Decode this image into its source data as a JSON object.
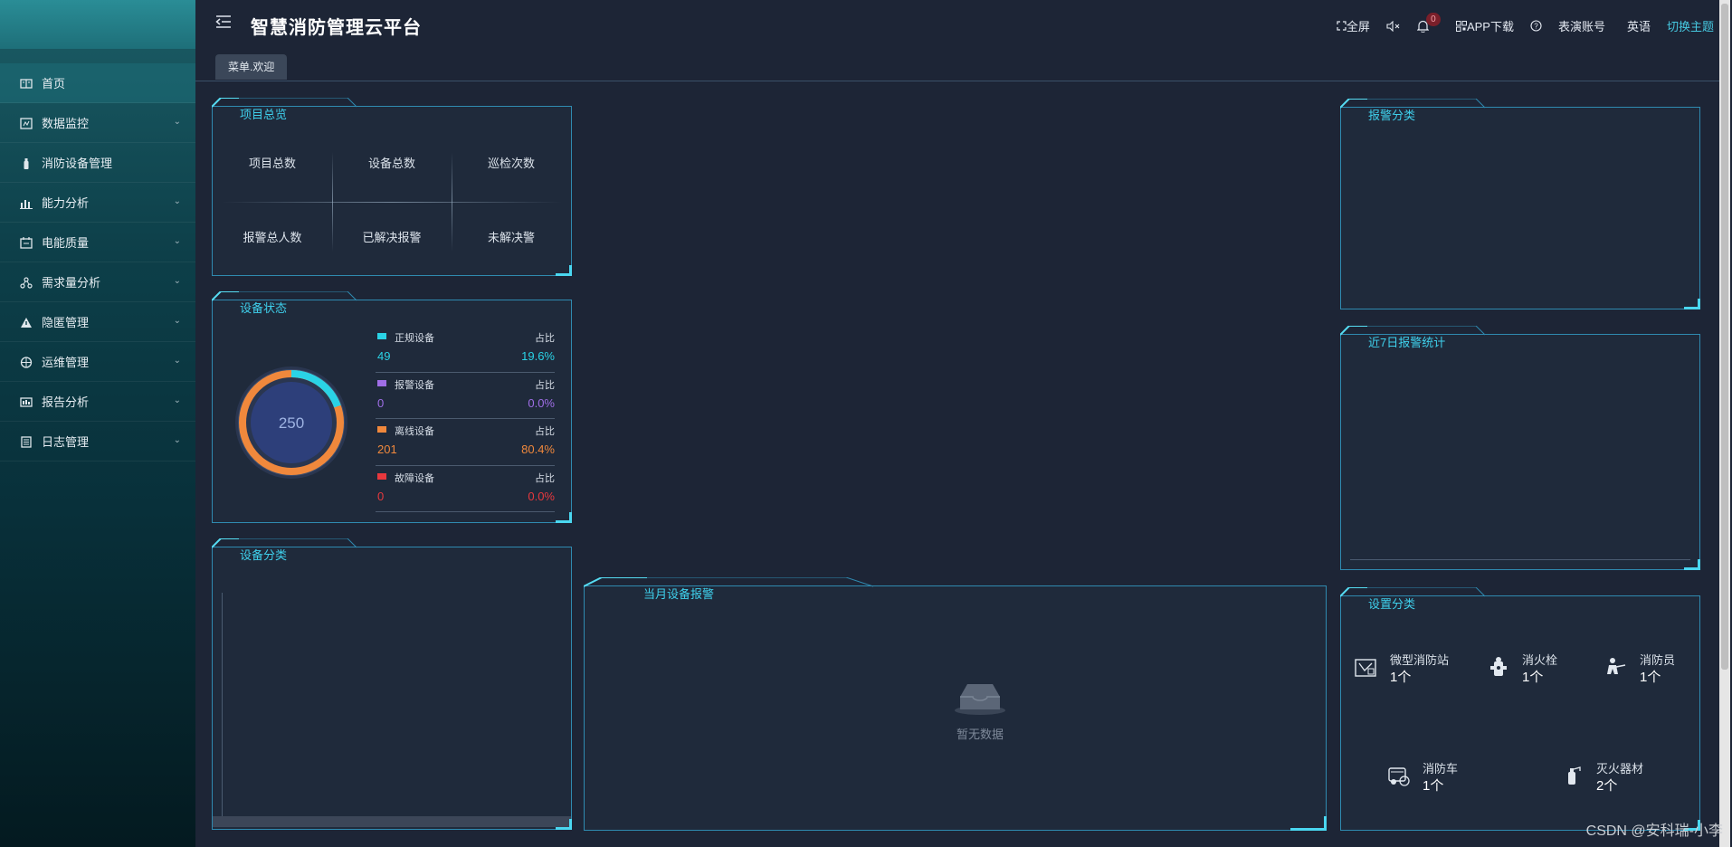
{
  "header": {
    "title": "智慧消防管理云平台",
    "fullscreen": "全屏",
    "mute_icon": "mute-icon",
    "notification_count": "0",
    "app_download": "APP下载",
    "help": "?",
    "account": "表演账号",
    "language": "英语",
    "switch_theme": "切换主题"
  },
  "tabs": [
    {
      "label": "菜单.欢迎"
    }
  ],
  "sidebar": {
    "items": [
      {
        "label": "首页",
        "icon": "home-icon",
        "expandable": false,
        "active": true
      },
      {
        "label": "数据监控",
        "icon": "monitor-icon",
        "expandable": true
      },
      {
        "label": "消防设备管理",
        "icon": "extinguisher-icon",
        "expandable": false
      },
      {
        "label": "能力分析",
        "icon": "bar-chart-icon",
        "expandable": true
      },
      {
        "label": "电能质量",
        "icon": "calendar-icon",
        "expandable": true
      },
      {
        "label": "需求量分析",
        "icon": "network-icon",
        "expandable": true
      },
      {
        "label": "隐匿管理",
        "icon": "warning-icon",
        "expandable": true
      },
      {
        "label": "运维管理",
        "icon": "cube-icon",
        "expandable": true
      },
      {
        "label": "报告分析",
        "icon": "report-icon",
        "expandable": true
      },
      {
        "label": "日志管理",
        "icon": "log-icon",
        "expandable": true
      }
    ]
  },
  "project_overview": {
    "title": "项目总览",
    "cells": [
      "项目总数",
      "设备总数",
      "巡检次数",
      "报警总人数",
      "已解决报警",
      "未解决警"
    ]
  },
  "device_status": {
    "title": "设备状态",
    "total": "250",
    "ratio_label": "占比",
    "rows": [
      {
        "name": "正规设备",
        "count": "49",
        "percent": "19.6%",
        "color": "#2ad3e6"
      },
      {
        "name": "报警设备",
        "count": "0",
        "percent": "0.0%",
        "color": "#9f6ee6"
      },
      {
        "name": "离线设备",
        "count": "201",
        "percent": "80.4%",
        "color": "#f0883c"
      },
      {
        "name": "故障设备",
        "count": "0",
        "percent": "0.0%",
        "color": "#e8383d"
      }
    ]
  },
  "device_category": {
    "title": "设备分类"
  },
  "alarm_category": {
    "title": "报警分类"
  },
  "alarm_7days": {
    "title": "近7日报警统计"
  },
  "monthly_alarm": {
    "title": "当月设备报警",
    "empty_text": "暂无数据"
  },
  "settings_category": {
    "title": "设置分类",
    "items": [
      {
        "label": "微型消防站",
        "value": "1个",
        "icon": "fire-station-icon"
      },
      {
        "label": "消火栓",
        "value": "1个",
        "icon": "hydrant-icon"
      },
      {
        "label": "消防员",
        "value": "1个",
        "icon": "firefighter-icon"
      },
      {
        "label": "消防车",
        "value": "1个",
        "icon": "fire-truck-icon"
      },
      {
        "label": "灭火器材",
        "value": "2个",
        "icon": "extinguisher-icon"
      }
    ]
  },
  "watermark": "CSDN @安科瑞-小李"
}
